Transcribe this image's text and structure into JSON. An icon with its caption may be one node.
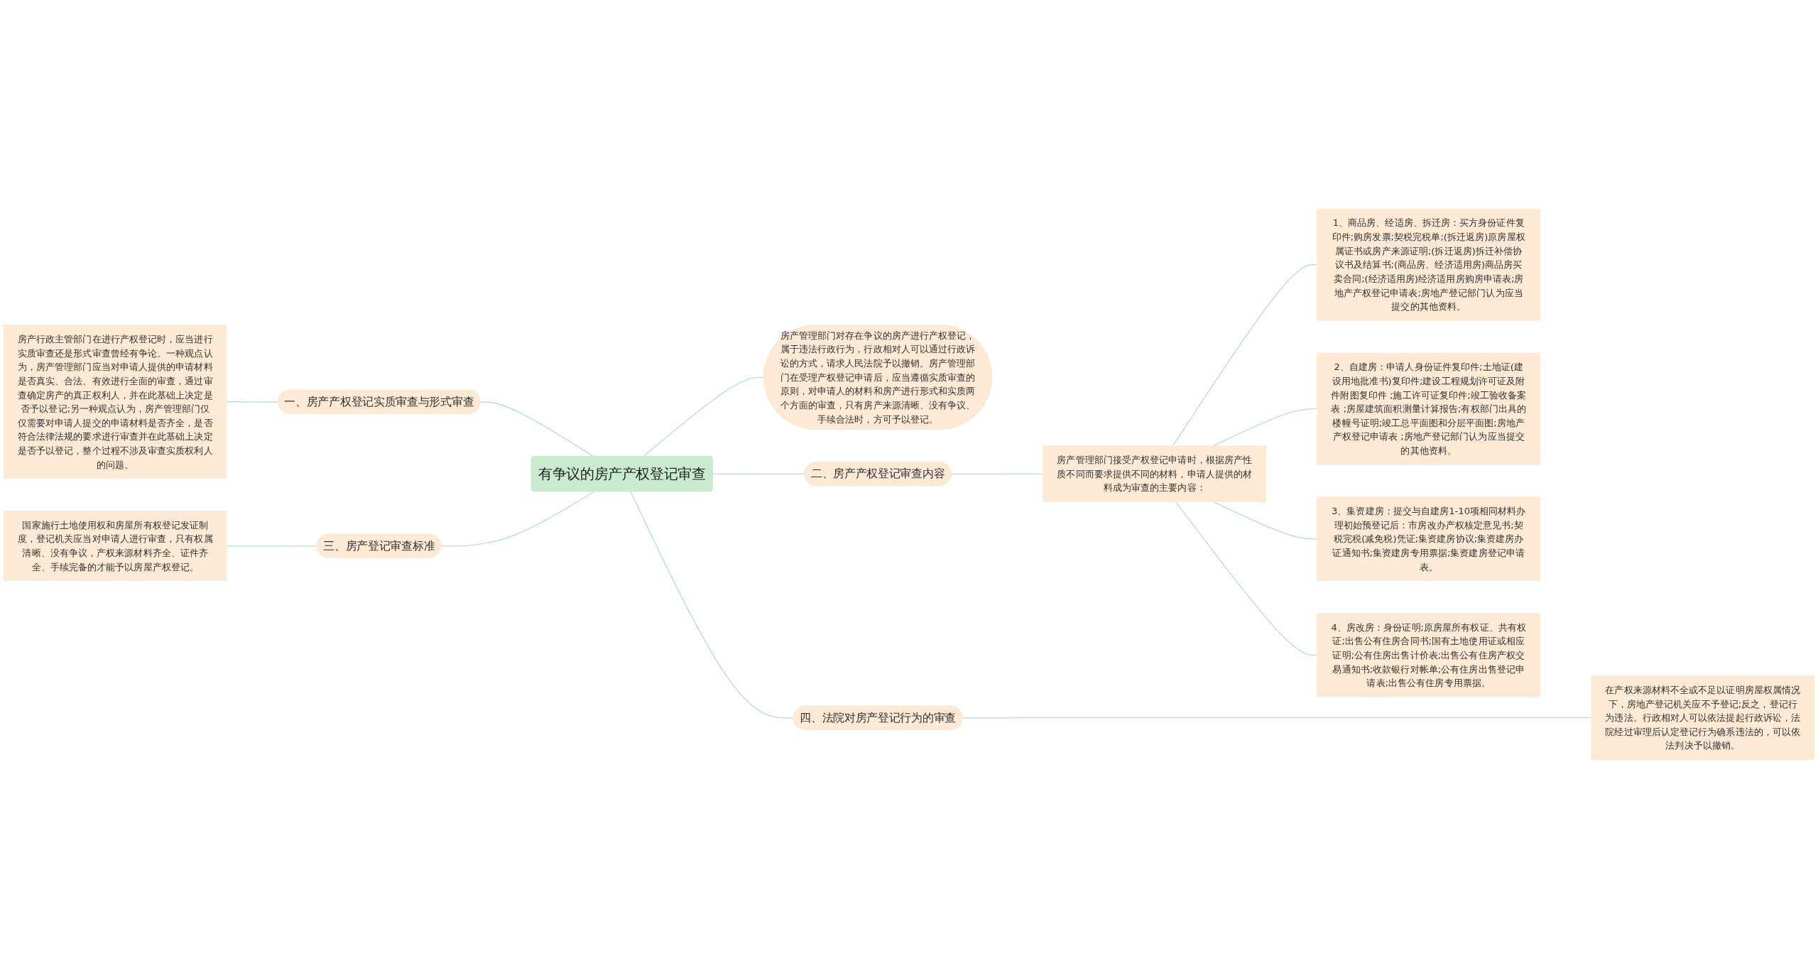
{
  "diagram": {
    "nodes": [
      {
        "text": [
          "有争议的房产产权登记审查"
        ]
      },
      {
        "text": [
          "房产管理部门对存在争议的房产进行产权登记，属于违法行政行为，行政相对人可以通过行政诉讼的方式，请求人民法院予以撤销。房产管理部门在受理产权登记申请后，应当遵循实质审查的原则，对申请人的材料和房产进行形式和实质两个方面的审查，只有房产来源清晰、没有争议、手续合法时，方可予以登记。"
        ]
      },
      {
        "text": [
          "一、房产产权登记实质审查与形式审查"
        ]
      },
      {
        "text": [
          "房产行政主管部门在进行产权登记时，应当进行实质审查还是形式审查曾经有争论。一种观点认为，房产管理部门应当对申请人提供的申请材料是否真实、合法、有效进行全面的审查，通过审查确定房产的真正权利人，并在此基础上决定是否予以登记;另一种观点认为，房产管理部门仅仅需要对申请人提交的申请材料是否齐全，是否符合法律法规的要求进行审查并在此基础上决定是否予以登记，整个过程不涉及审查实质权利人的问题。"
        ]
      },
      {
        "text": [
          "二、房产产权登记审查内容"
        ]
      },
      {
        "text": [
          "房产管理部门接受产权登记申请时，根据房产性质不同而要求提供不同的材料，申请人提供的材料成为审查的主要内容："
        ]
      },
      {
        "text": [
          "1、商品房、经适房、拆迁房：买方身份证件复印件;购房发票;契税完税单;(拆迁返房)原房屋权属证书或房产来源证明;(拆迁返房)拆迁补偿协议书及结算书;(商品房、经济适用房)商品房买卖合同;(经济适用房)经济适用房购房申请表;房地产产权登记申请表;房地产登记部门认为应当提交的其他资料。"
        ]
      },
      {
        "text": [
          "2、自建房：申请人身份证件复印件;土地证(建设用地批准书)复印件;建设工程规划许可证及附件附图复印件 ;施工许可证复印件;竣工验收备案表 ;房屋建筑面积测量计算报告;有权部门出具的楼幢号证明;竣工总平面图和分层平面图;房地产产权登记申请表 ;房地产登记部门认为应当提交的其他资料。"
        ]
      },
      {
        "text": [
          "3、集资建房：提交与自建房1-10项相同材料办理初始预登记后：市房改办产权核定意见书;契税完税(减免税)凭证;集资建房协议;集资建房办证通知书;集资建房专用票据;集资建房登记申请表。"
        ]
      },
      {
        "text": [
          "4、房改房：身份证明;原房屋所有权证、共有权证;出售公有住房合同书;国有土地使用证或相应证明;公有住房出售计价表;出售公有住房产权交易通知书;收款银行对帐单;公有住房出售登记申请表;出售公有住房专用票据。"
        ]
      },
      {
        "text": [
          "三、房产登记审查标准"
        ]
      },
      {
        "text": [
          "国家施行土地使用权和房屋所有权登记发证制度，登记机关应当对申请人进行审查，只有权属清晰、没有争议，产权来源材料齐全、证件齐全、手续完备的才能予以房屋产权登记。"
        ]
      },
      {
        "text": [
          "四、法院对房产登记行为的审查"
        ]
      },
      {
        "text": [
          "在产权来源材料不全或不足以证明房屋权属情况下，房地产登记机关应不予登记;反之，登记行为违法。行政相对人可以依法提起行政诉讼，法院经过审理后认定登记行为确系违法的，可以依法判决予以撤销。"
        ]
      }
    ],
    "edges": [
      {
        "from": 0,
        "to": 1,
        "arrow": "none"
      },
      {
        "from": 2,
        "to": 0,
        "arrow": "none"
      },
      {
        "from": 3,
        "to": 2,
        "arrow": "none"
      },
      {
        "from": 0,
        "to": 4,
        "arrow": "none"
      },
      {
        "from": 4,
        "to": 5,
        "arrow": "none"
      },
      {
        "from": 5,
        "to": 6,
        "arrow": "none"
      },
      {
        "from": 5,
        "to": 7,
        "arrow": "none"
      },
      {
        "from": 5,
        "to": 8,
        "arrow": "none"
      },
      {
        "from": 5,
        "to": 9,
        "arrow": "none"
      },
      {
        "from": 10,
        "to": 0,
        "arrow": "none"
      },
      {
        "from": 11,
        "to": 10,
        "arrow": "none"
      },
      {
        "from": 0,
        "to": 12,
        "arrow": "none"
      },
      {
        "from": 12,
        "to": 13,
        "arrow": "none"
      }
    ]
  }
}
